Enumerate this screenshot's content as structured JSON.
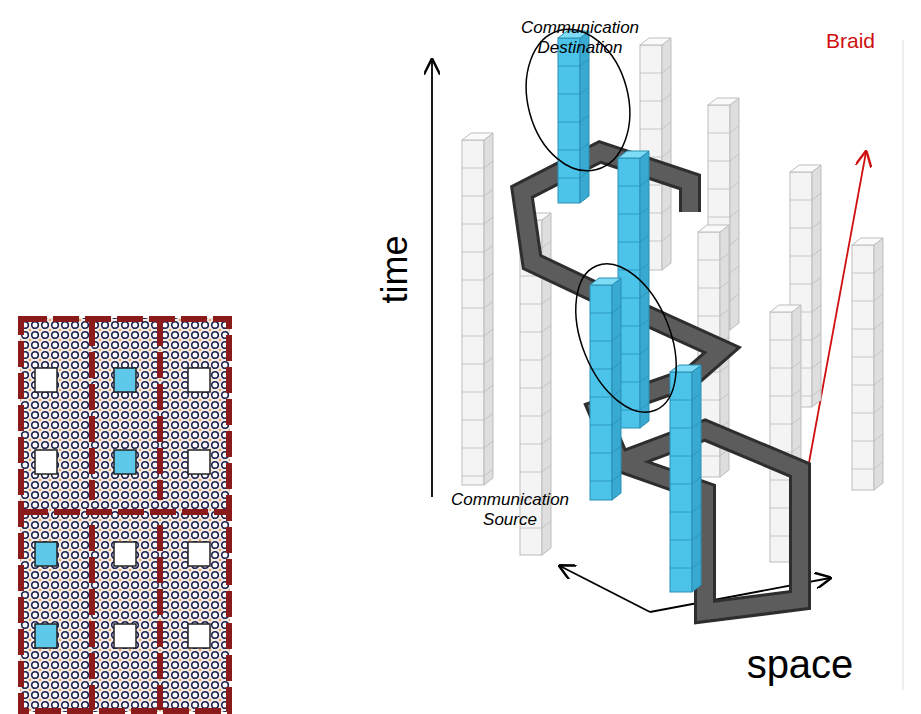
{
  "diagram": {
    "labels": [
      "Communication Destination",
      "Braid",
      "time",
      "Communication Source",
      "space"
    ]
  }
}
